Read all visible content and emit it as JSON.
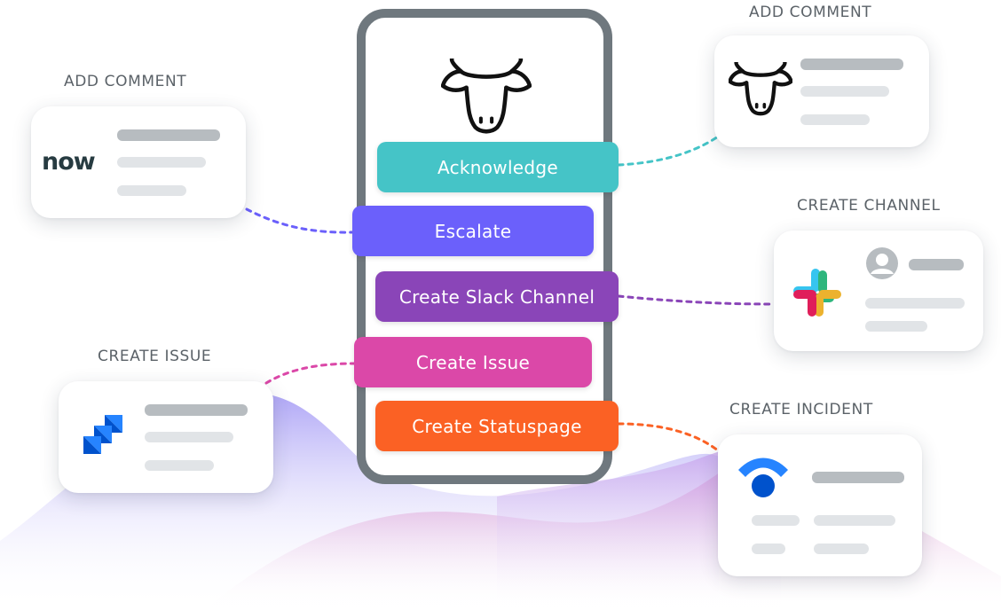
{
  "colors": {
    "acknowledge": "#45c4c7",
    "escalate": "#6b60fb",
    "slack_channel": "#8a45b8",
    "issue": "#db48a8",
    "statuspage": "#fb6124",
    "phone_frame": "#6f787e",
    "label_text": "#5b6268",
    "bar_dark": "#b7bcc0",
    "bar_light": "#e1e4e7"
  },
  "phone": {
    "logo": "cow-head-icon",
    "actions": [
      {
        "label": "Acknowledge"
      },
      {
        "label": "Escalate"
      },
      {
        "label": "Create Slack Channel"
      },
      {
        "label": "Create Issue"
      },
      {
        "label": "Create Statuspage"
      }
    ]
  },
  "cards": [
    {
      "label": "ADD COMMENT",
      "icon": "servicenow-logo-icon",
      "logo_text": "now"
    },
    {
      "label": "ADD COMMENT",
      "icon": "cow-head-icon"
    },
    {
      "label": "CREATE CHANNEL",
      "icon": "slack-logo-icon"
    },
    {
      "label": "CREATE ISSUE",
      "icon": "jira-logo-icon"
    },
    {
      "label": "CREATE INCIDENT",
      "icon": "statuspage-logo-icon"
    }
  ]
}
